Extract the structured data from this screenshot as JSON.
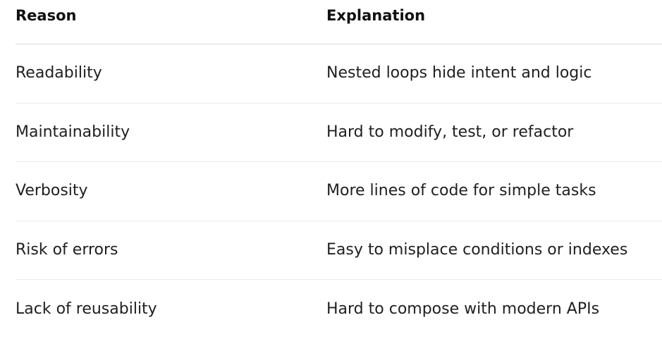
{
  "table": {
    "headers": {
      "reason": "Reason",
      "explanation": "Explanation"
    },
    "rows": [
      {
        "reason": "Readability",
        "explanation": "Nested loops hide intent and logic"
      },
      {
        "reason": "Maintainability",
        "explanation": "Hard to modify, test, or refactor"
      },
      {
        "reason": "Verbosity",
        "explanation": "More lines of code for simple tasks"
      },
      {
        "reason": "Risk of errors",
        "explanation": "Easy to misplace conditions or indexes"
      },
      {
        "reason": "Lack of reusability",
        "explanation": "Hard to compose with modern APIs"
      }
    ]
  }
}
